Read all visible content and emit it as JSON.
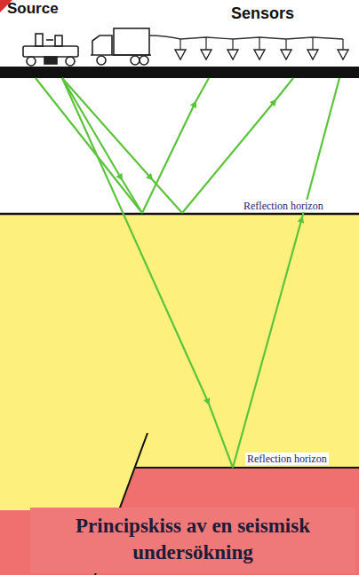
{
  "diagram": {
    "nodes": [
      {
        "text": [
          "Principskiss av en seismisk undersökning"
        ]
      }
    ],
    "labels": [
      "Source",
      "Sensors",
      "Reflection horizon",
      "Reflection horizon"
    ]
  }
}
